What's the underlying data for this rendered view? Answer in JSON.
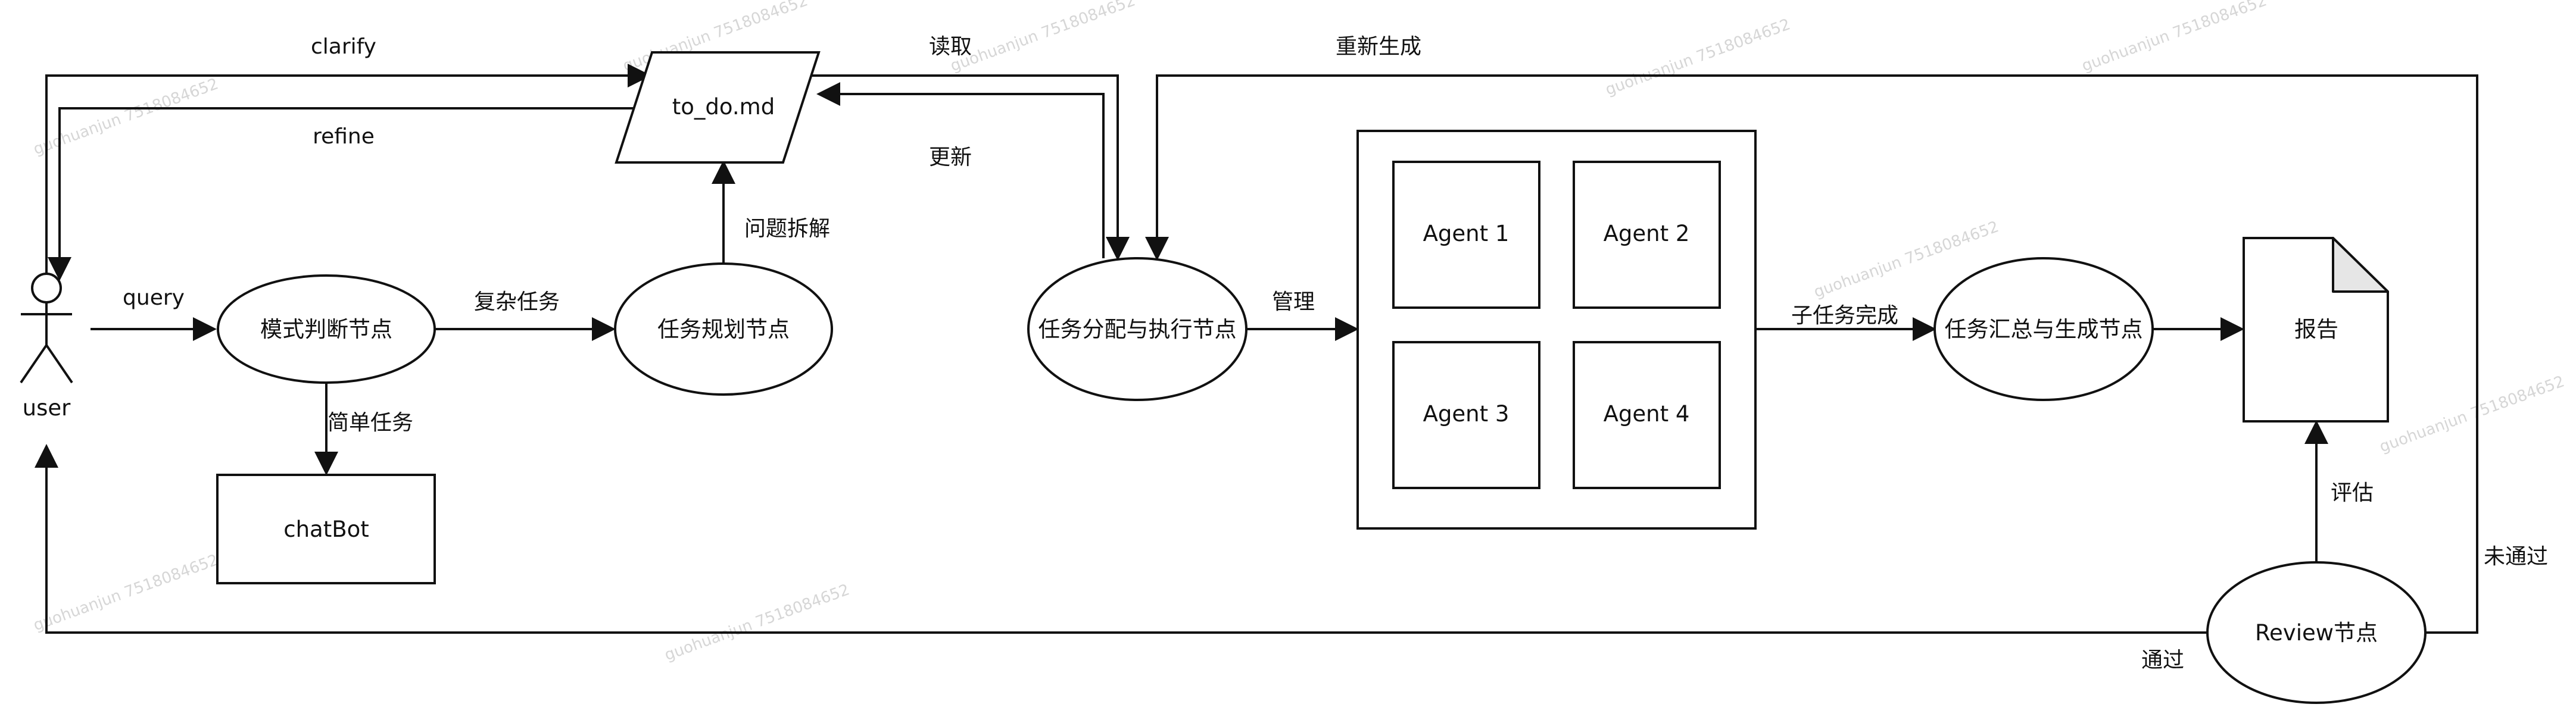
{
  "nodes": {
    "user": "user",
    "mode_judge": "模式判断节点",
    "chatbot": "chatBot",
    "task_planning": "任务规划节点",
    "todo": "to_do.md",
    "dispatch": "任务分配与执行节点",
    "agent1": "Agent 1",
    "agent2": "Agent 2",
    "agent3": "Agent 3",
    "agent4": "Agent 4",
    "summary": "任务汇总与生成节点",
    "report": "报告",
    "review": "Review节点"
  },
  "edges": {
    "query": "query",
    "complex": "复杂任务",
    "simple": "简单任务",
    "decompose": "问题拆解",
    "clarify": "clarify",
    "refine": "refine",
    "read": "读取",
    "update": "更新",
    "manage": "管理",
    "subtask_done": "子任务完成",
    "regenerate": "重新生成",
    "evaluate": "评估",
    "fail": "未通过",
    "pass": "通过"
  },
  "watermark": "guohuanjun 7518084652"
}
